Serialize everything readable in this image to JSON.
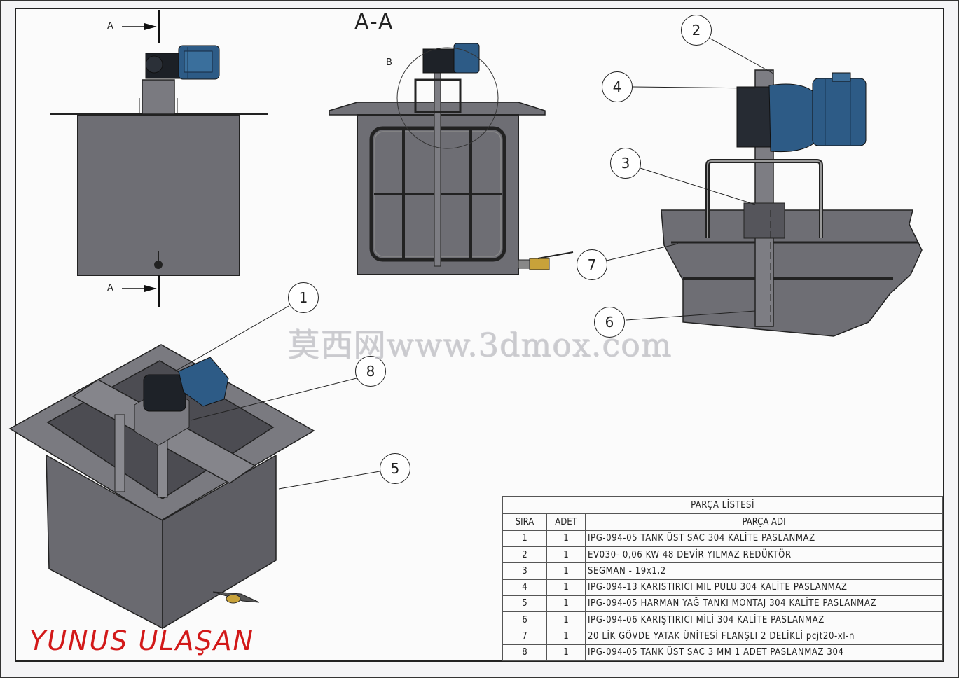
{
  "section_title": "A-A",
  "section_markers": {
    "top": "A",
    "bottom": "A"
  },
  "detail_label": "B",
  "balloons": [
    "1",
    "2",
    "3",
    "4",
    "5",
    "6",
    "7",
    "8"
  ],
  "watermark": "莫西网www.3dmox.com",
  "author": "YUNUS ULAŞAN",
  "parts_list": {
    "title": "PARÇA LİSTESİ",
    "columns": [
      "SIRA",
      "ADET",
      "PARÇA ADI"
    ],
    "rows": [
      {
        "no": "1",
        "qty": "1",
        "name": "IPG-094-05 TANK ÜST SAC 304 KALİTE PASLANMAZ"
      },
      {
        "no": "2",
        "qty": "1",
        "name": "EV030- 0,06 KW 48 DEVİR YILMAZ REDÜKTÖR"
      },
      {
        "no": "3",
        "qty": "1",
        "name": "SEGMAN - 19x1,2"
      },
      {
        "no": "4",
        "qty": "1",
        "name": "IPG-094-13 KARISTIRICI MIL PULU 304 KALİTE PASLANMAZ"
      },
      {
        "no": "5",
        "qty": "1",
        "name": "IPG-094-05 HARMAN YAĞ TANKI MONTAJ 304 KALİTE PASLANMAZ"
      },
      {
        "no": "6",
        "qty": "1",
        "name": "IPG-094-06 KARIŞTIRICI MİLİ 304 KALİTE PASLANMAZ"
      },
      {
        "no": "7",
        "qty": "1",
        "name": "20 LİK GÖVDE YATAK ÜNİTESİ FLANŞLI 2 DELİKLİ pcjt20-xl-n"
      },
      {
        "no": "8",
        "qty": "1",
        "name": "IPG-094-05 TANK ÜST SAC 3 MM 1 ADET PASLANMAZ 304"
      }
    ]
  }
}
